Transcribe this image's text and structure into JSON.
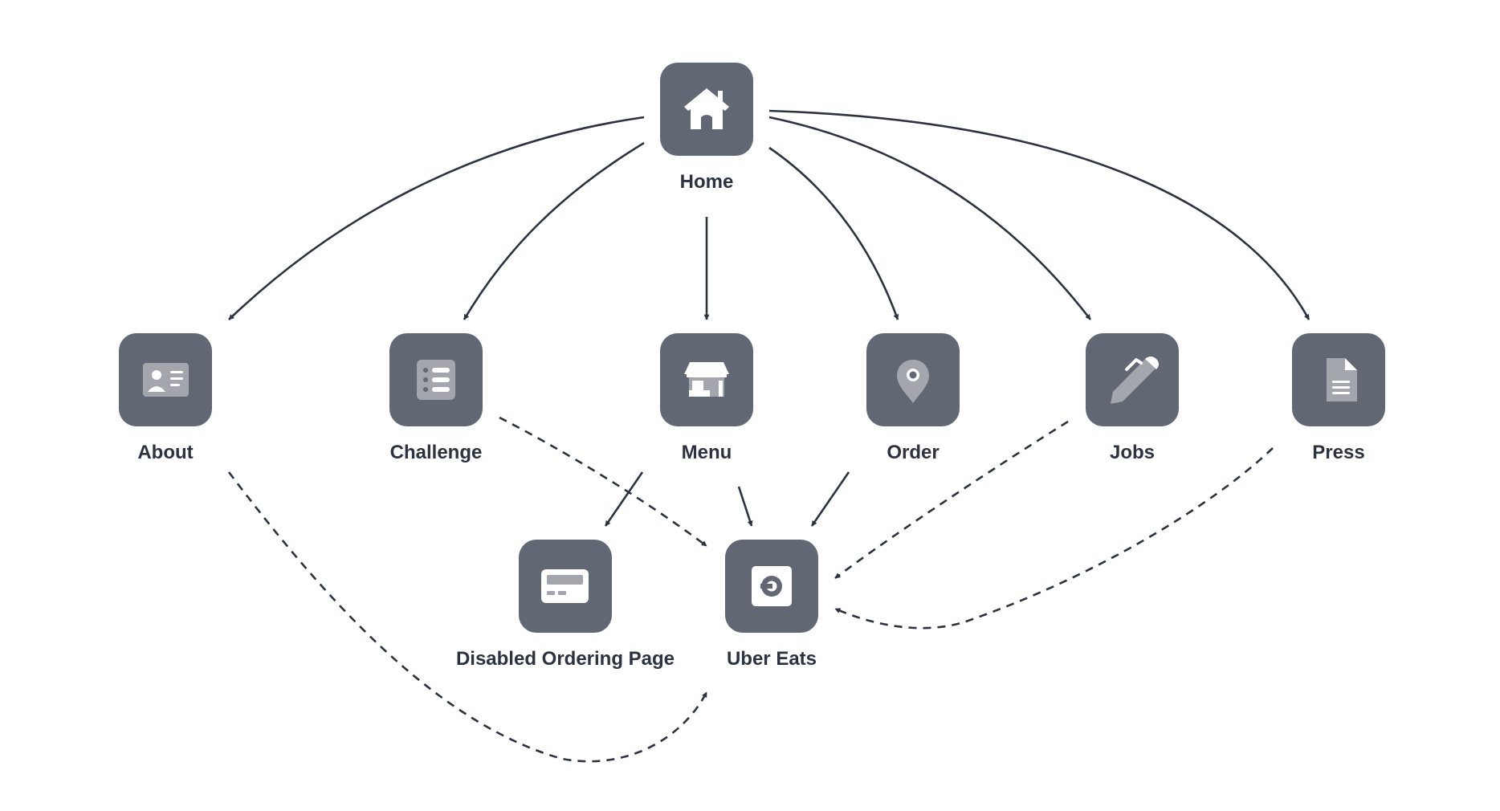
{
  "nodes": [
    {
      "id": "home",
      "label": "Home",
      "icon": "home-icon"
    },
    {
      "id": "about",
      "label": "About",
      "icon": "id-card-icon"
    },
    {
      "id": "challenge",
      "label": "Challenge",
      "icon": "list-icon"
    },
    {
      "id": "menu",
      "label": "Menu",
      "icon": "storefront-icon"
    },
    {
      "id": "order",
      "label": "Order",
      "icon": "map-pin-icon"
    },
    {
      "id": "jobs",
      "label": "Jobs",
      "icon": "pen-icon"
    },
    {
      "id": "press",
      "label": "Press",
      "icon": "document-icon"
    },
    {
      "id": "disabled",
      "label": "Disabled Ordering Page",
      "icon": "card-icon"
    },
    {
      "id": "ubereats",
      "label": "Uber Eats",
      "icon": "uber-eats-icon"
    }
  ],
  "edges": [
    {
      "from": "home",
      "to": "about",
      "style": "solid"
    },
    {
      "from": "home",
      "to": "challenge",
      "style": "solid"
    },
    {
      "from": "home",
      "to": "menu",
      "style": "solid"
    },
    {
      "from": "home",
      "to": "order",
      "style": "solid"
    },
    {
      "from": "home",
      "to": "jobs",
      "style": "solid"
    },
    {
      "from": "home",
      "to": "press",
      "style": "solid"
    },
    {
      "from": "menu",
      "to": "disabled",
      "style": "solid"
    },
    {
      "from": "menu",
      "to": "ubereats",
      "style": "solid"
    },
    {
      "from": "order",
      "to": "ubereats",
      "style": "solid"
    },
    {
      "from": "challenge",
      "to": "ubereats",
      "style": "dashed"
    },
    {
      "from": "jobs",
      "to": "ubereats",
      "style": "dashed"
    },
    {
      "from": "press",
      "to": "ubereats",
      "style": "dashed"
    },
    {
      "from": "about",
      "to": "ubereats",
      "style": "dashed"
    }
  ],
  "colors": {
    "tile": "#626873",
    "icon": "#ffffff",
    "icon_muted": "#a3a6ad",
    "edge": "#2b3240",
    "label": "#2b3240"
  }
}
